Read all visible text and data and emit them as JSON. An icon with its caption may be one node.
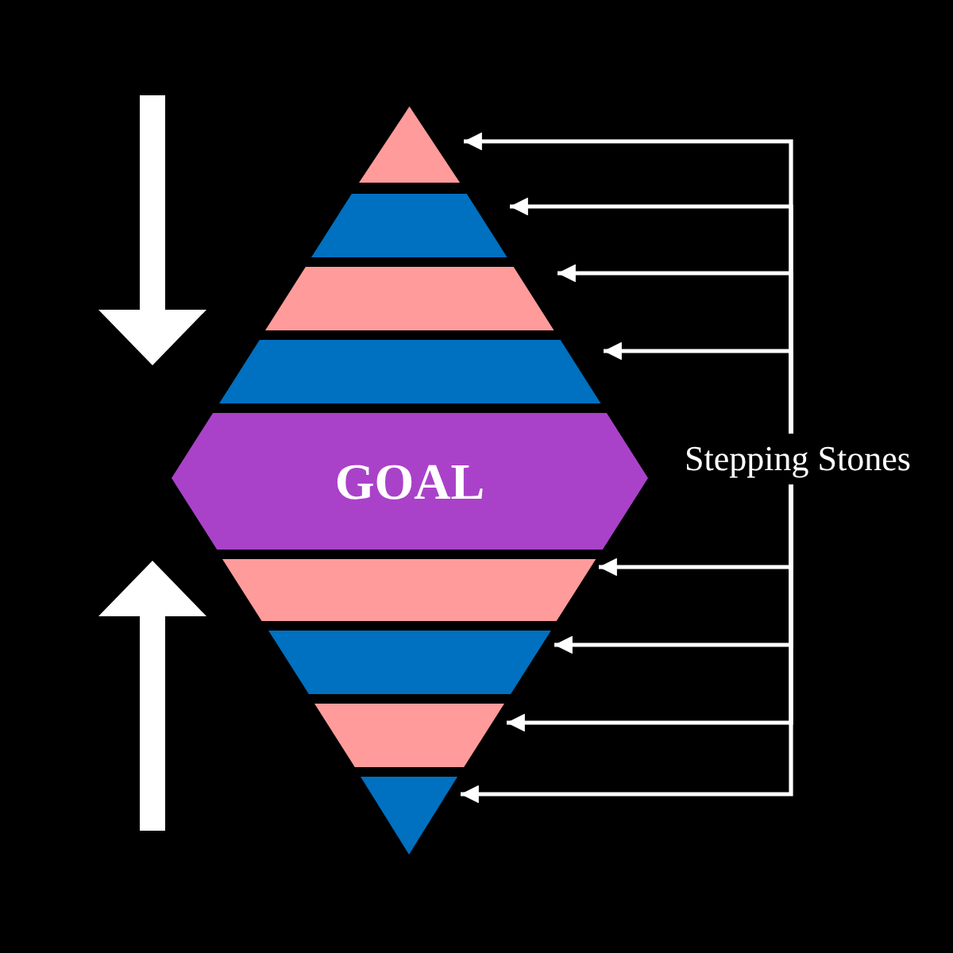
{
  "diagram": {
    "nodes": [
      {
        "text": [],
        "shape": "triangle"
      },
      {
        "text": [],
        "shape": "trapezoid"
      },
      {
        "text": [],
        "shape": "trapezoid"
      },
      {
        "text": [],
        "shape": "trapezoid"
      },
      {
        "text": [
          "GOAL"
        ]
      },
      {
        "text": [],
        "shape": "trapezoid"
      },
      {
        "text": [],
        "shape": "trapezoid"
      },
      {
        "text": [],
        "shape": "trapezoid"
      },
      {
        "text": [],
        "shape": "triangle"
      },
      {
        "text": [
          "Stepping Stones"
        ]
      }
    ],
    "edges": [
      {
        "from": 9,
        "to": 0,
        "arrow": "to"
      },
      {
        "from": 9,
        "to": 1,
        "arrow": "to"
      },
      {
        "from": 9,
        "to": 2,
        "arrow": "to"
      },
      {
        "from": 9,
        "to": 3,
        "arrow": "to"
      },
      {
        "from": 9,
        "to": 5,
        "arrow": "to"
      },
      {
        "from": 9,
        "to": 6,
        "arrow": "to"
      },
      {
        "from": 9,
        "to": 7,
        "arrow": "to"
      },
      {
        "from": 9,
        "to": 8,
        "arrow": "to"
      }
    ]
  }
}
